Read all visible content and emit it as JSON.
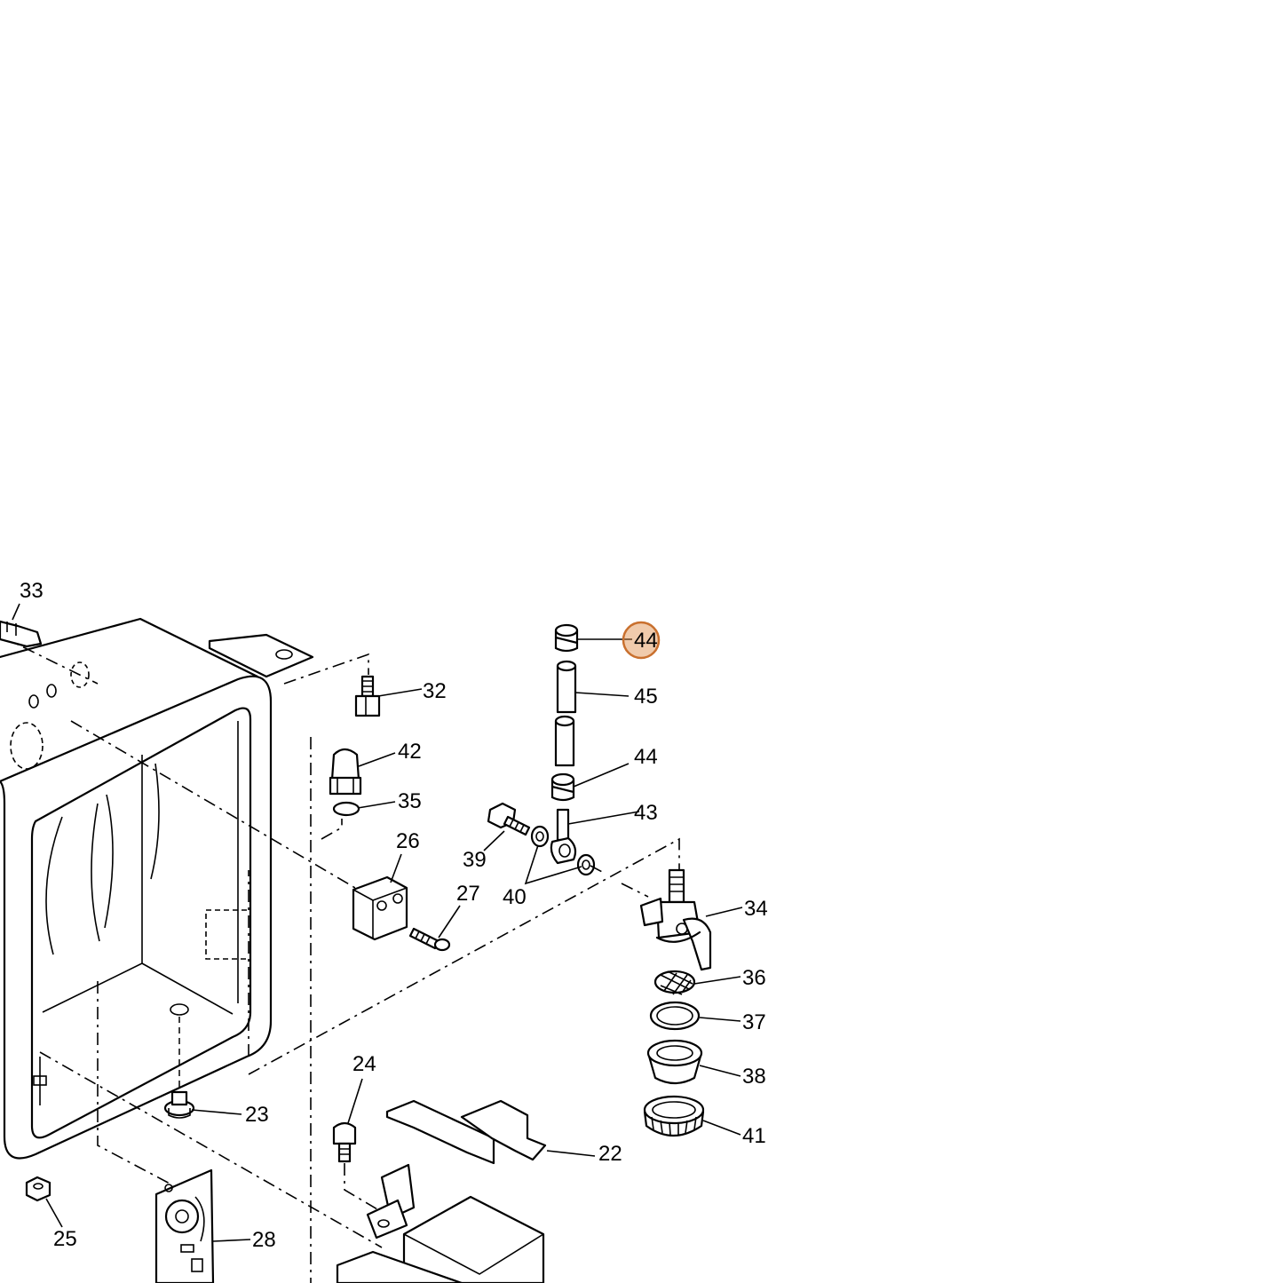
{
  "highlight_color": "#de8c46",
  "highlighted_part": "44",
  "labels": {
    "p22": "22",
    "p23": "23",
    "p24": "24",
    "p25": "25",
    "p26": "26",
    "p27": "27",
    "p28": "28",
    "p32": "32",
    "p33": "33",
    "p34": "34",
    "p35": "35",
    "p36": "36",
    "p37": "37",
    "p38": "38",
    "p39": "39",
    "p40": "40",
    "p41": "41",
    "p42": "42",
    "p43": "43",
    "p44a": "44",
    "p44b": "44",
    "p45": "45"
  }
}
